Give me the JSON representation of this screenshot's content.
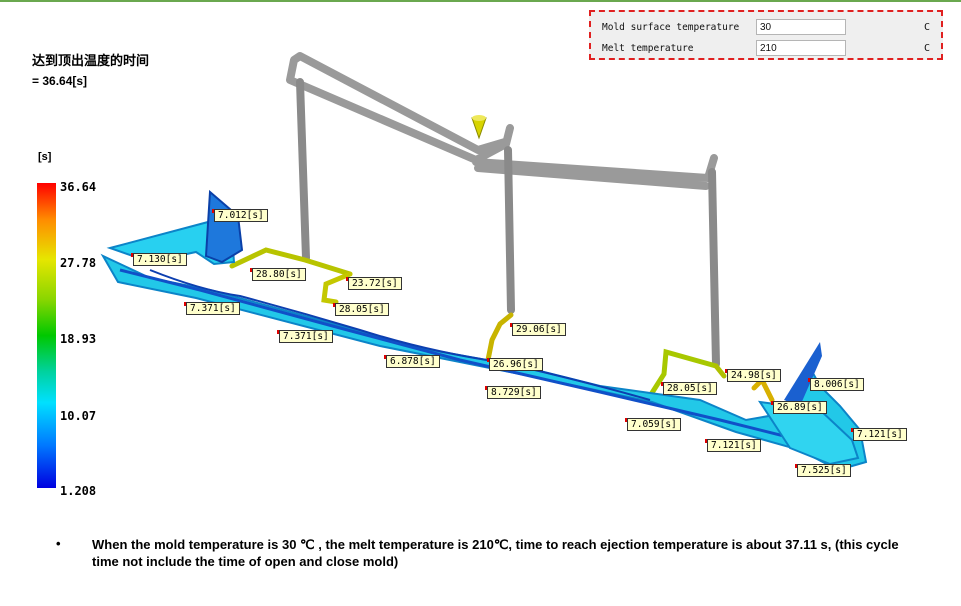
{
  "parameters": [
    {
      "label": "Mold surface temperature",
      "value": "30",
      "unit": "C"
    },
    {
      "label": "Melt temperature",
      "value": "210",
      "unit": "C"
    }
  ],
  "result": {
    "title": "达到顶出温度的时间",
    "value": "= 36.64[s]"
  },
  "legend": {
    "unit": "[s]",
    "ticks": [
      "36.64",
      "27.78",
      "18.93",
      "10.07",
      "1.208"
    ],
    "colors": {
      "max": "#ff0000",
      "mid": "#00c800",
      "min": "#0000e0"
    }
  },
  "annotations": [
    {
      "text": "7.012[s]"
    },
    {
      "text": "7.130[s]"
    },
    {
      "text": "28.80[s]"
    },
    {
      "text": "23.72[s]"
    },
    {
      "text": "7.371[s]"
    },
    {
      "text": "28.05[s]"
    },
    {
      "text": "7.371[s]"
    },
    {
      "text": "29.06[s]"
    },
    {
      "text": "6.878[s]"
    },
    {
      "text": "26.96[s]"
    },
    {
      "text": "8.729[s]"
    },
    {
      "text": "24.98[s]"
    },
    {
      "text": "8.006[s]"
    },
    {
      "text": "28.05[s]"
    },
    {
      "text": "26.89[s]"
    },
    {
      "text": "7.059[s]"
    },
    {
      "text": "7.121[s]"
    },
    {
      "text": "7.121[s]"
    },
    {
      "text": "7.525[s]"
    }
  ],
  "note": {
    "bullet": "•",
    "text": "When the mold temperature is 30 ℃ , the melt temperature is 210℃, time to reach ejection temperature is about 37.11 s, (this cycle time not include the time of open and close mold)"
  }
}
